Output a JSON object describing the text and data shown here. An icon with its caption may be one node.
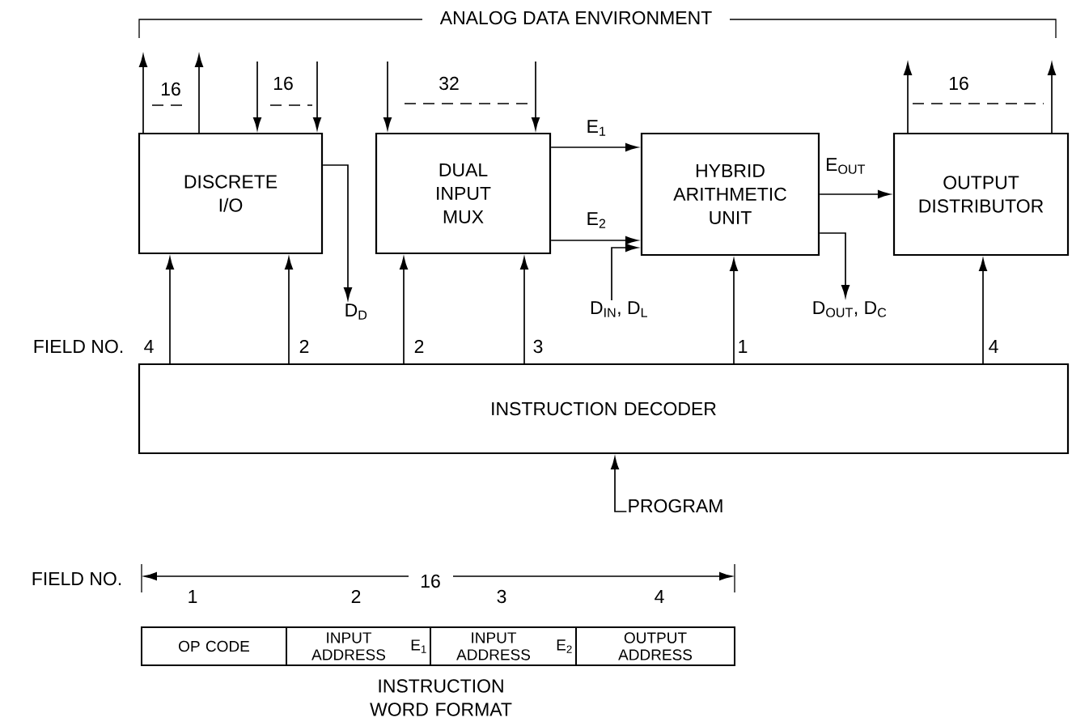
{
  "diagram": {
    "nodes": [
      {
        "text": [
          "DISCRETE I/O"
        ]
      },
      {
        "text": [
          "DUAL INPUT MUX"
        ]
      },
      {
        "text": [
          "HYBRID ARITHMETIC UNIT"
        ]
      },
      {
        "text": [
          "OUTPUT DISTRIBUTOR"
        ]
      },
      {
        "text": [
          "INSTRUCTION DECODER"
        ]
      },
      {
        "text": [
          "OP CODE"
        ]
      },
      {
        "text": [
          "INPUT ADDRESS",
          "E$_{1}$"
        ]
      },
      {
        "text": [
          "INPUT ADDRESS",
          "E$_{2}$"
        ]
      },
      {
        "text": [
          "OUTPUT ADDRESS"
        ]
      },
      {
        "text": [
          "D$_{D}$"
        ]
      },
      {
        "text": [
          "D$_{IN}$, D$_{L}$"
        ]
      },
      {
        "text": [
          "D$_{OUT}$, D$_{C}$"
        ]
      },
      {
        "text": [
          "PROGRAM"
        ]
      }
    ],
    "edges": [
      {
        "from": 0,
        "to": null,
        "arrow": "to"
      },
      {
        "from": 0,
        "to": null,
        "arrow": "to"
      },
      {
        "from": null,
        "to": 0,
        "arrow": "to"
      },
      {
        "from": null,
        "to": 0,
        "arrow": "to"
      },
      {
        "from": null,
        "to": 1,
        "arrow": "to"
      },
      {
        "from": null,
        "to": 1,
        "arrow": "to"
      },
      {
        "from": 1,
        "to": 2,
        "arrow": "to",
        "label": "E$_{1}$"
      },
      {
        "from": 1,
        "to": 2,
        "arrow": "to",
        "label": "E$_{2}$"
      },
      {
        "from": 10,
        "to": 2,
        "arrow": "to"
      },
      {
        "from": 2,
        "to": 3,
        "arrow": "to",
        "label": "E$_{OUT}$"
      },
      {
        "from": 2,
        "to": 11,
        "arrow": "to"
      },
      {
        "from": 0,
        "to": 9,
        "arrow": "to"
      },
      {
        "from": 3,
        "to": null,
        "arrow": "to"
      },
      {
        "from": 3,
        "to": null,
        "arrow": "to"
      },
      {
        "from": 4,
        "to": 0,
        "arrow": "to",
        "label": "4"
      },
      {
        "from": 4,
        "to": 0,
        "arrow": "to",
        "label": "2"
      },
      {
        "from": 4,
        "to": 1,
        "arrow": "to",
        "label": "2"
      },
      {
        "from": 4,
        "to": 1,
        "arrow": "to",
        "label": "3"
      },
      {
        "from": 4,
        "to": 2,
        "arrow": "to",
        "label": "1"
      },
      {
        "from": 4,
        "to": 3,
        "arrow": "to",
        "label": "4"
      },
      {
        "from": 12,
        "to": 4,
        "arrow": "to"
      }
    ],
    "labels": [
      "ANALOG DATA ENVIRONMENT",
      "16",
      "16",
      "32",
      "16",
      "FIELD NO.",
      "FIELD NO.",
      "1",
      "2",
      "16",
      "3",
      "4",
      "INSTRUCTION WORD FORMAT"
    ]
  }
}
